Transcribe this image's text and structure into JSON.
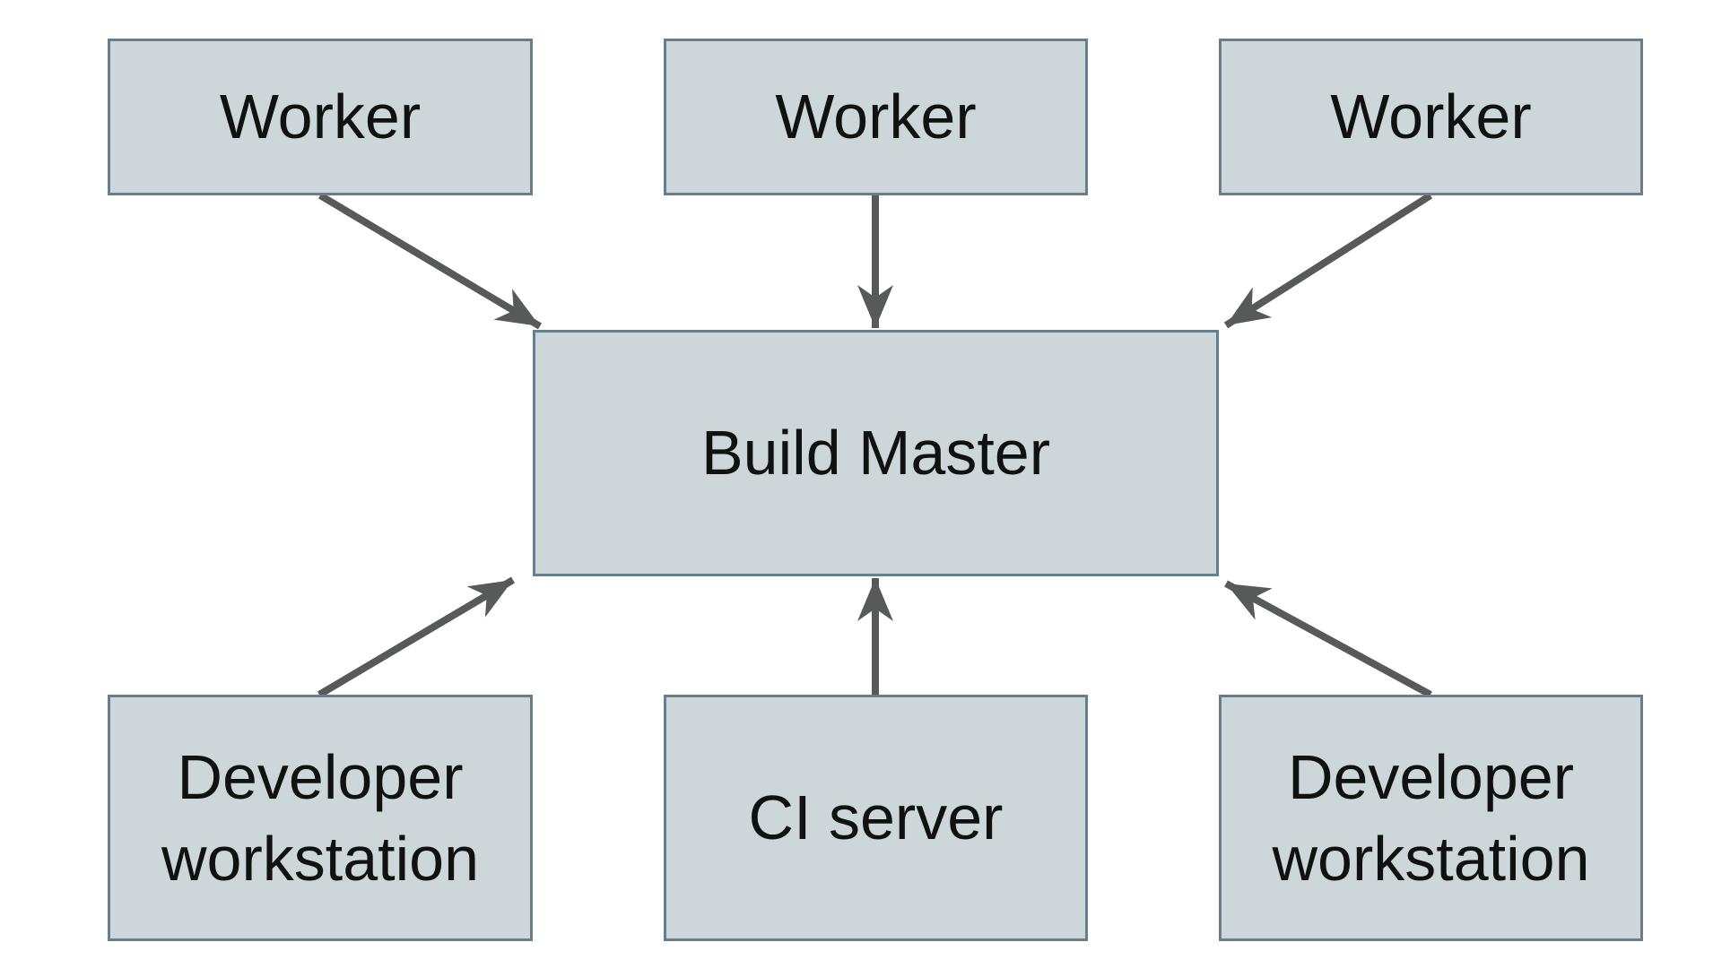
{
  "colors": {
    "background": "#ffffff",
    "node_fill": "#cdd6d9",
    "node_border": "#657f8c",
    "arrow": "#58595b",
    "text": "#111111"
  },
  "diagram": {
    "type": "architecture-diagram",
    "nodes": [
      {
        "id": "worker-1",
        "label": "Worker"
      },
      {
        "id": "worker-2",
        "label": "Worker"
      },
      {
        "id": "worker-3",
        "label": "Worker"
      },
      {
        "id": "build-master",
        "label": "Build Master"
      },
      {
        "id": "developer-workstation-1",
        "label": "Developer workstation"
      },
      {
        "id": "ci-server",
        "label": "CI server"
      },
      {
        "id": "developer-workstation-2",
        "label": "Developer workstation"
      }
    ],
    "edges": [
      {
        "from": "worker-1",
        "to": "build-master"
      },
      {
        "from": "worker-2",
        "to": "build-master"
      },
      {
        "from": "worker-3",
        "to": "build-master"
      },
      {
        "from": "developer-workstation-1",
        "to": "build-master"
      },
      {
        "from": "ci-server",
        "to": "build-master"
      },
      {
        "from": "developer-workstation-2",
        "to": "build-master"
      }
    ]
  }
}
